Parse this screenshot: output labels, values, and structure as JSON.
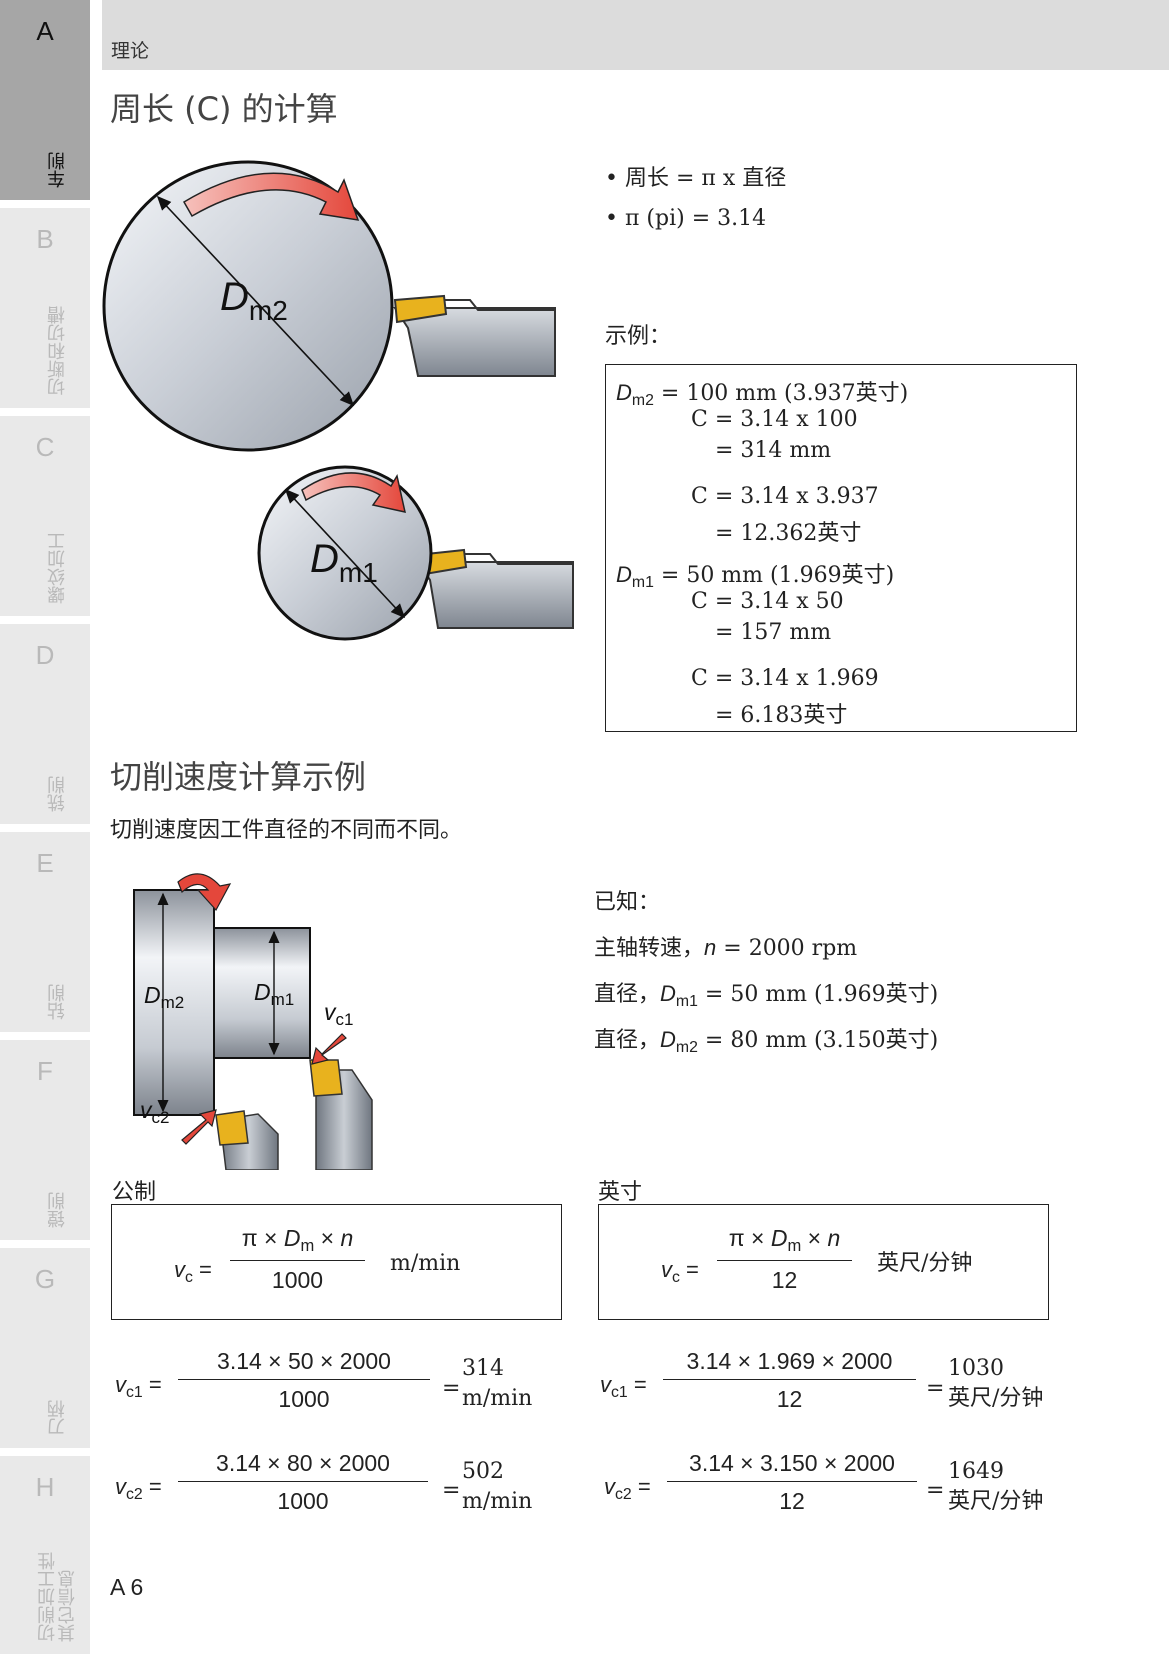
{
  "sidebar": {
    "tabs": [
      {
        "letter": "A",
        "label": "车削",
        "active": true
      },
      {
        "letter": "B",
        "label": "切断和切槽",
        "active": false
      },
      {
        "letter": "C",
        "label": "螺纹加工",
        "active": false
      },
      {
        "letter": "D",
        "label": "铣削",
        "active": false
      },
      {
        "letter": "E",
        "label": "钻削",
        "active": false
      },
      {
        "letter": "F",
        "label": "镗削",
        "active": false
      },
      {
        "letter": "G",
        "label": "刀柄",
        "active": false
      },
      {
        "letter": "H",
        "label": "切削加工性\n其它信息",
        "active": false
      }
    ]
  },
  "header": {
    "section": "理论"
  },
  "section1": {
    "title": "周长 (C) 的计算",
    "bullets": [
      "周长 = π x 直径",
      "π (pi) = 3.14"
    ],
    "diagram": {
      "large_label": "D",
      "large_sub": "m2",
      "small_label": "D",
      "small_sub": "m1"
    },
    "example_label": "示例：",
    "example": {
      "dm2_sym": "D",
      "dm2_sub": "m2",
      "dm2_val": "= 100 mm (3.937英寸)",
      "dm2_c1": "C = 3.14 x 100",
      "dm2_r1": "= 314 mm",
      "dm2_c2": "C = 3.14 x 3.937",
      "dm2_r2": "= 12.362英寸",
      "dm1_sym": "D",
      "dm1_sub": "m1",
      "dm1_val": "= 50 mm (1.969英寸)",
      "dm1_c1": "C = 3.14 x 50",
      "dm1_r1": "= 157 mm",
      "dm1_c2": "C = 3.14 x 1.969",
      "dm1_r2": "= 6.183英寸"
    }
  },
  "section2": {
    "title": "切削速度计算示例",
    "intro": "切削速度因工件直径的不同而不同。",
    "diagram": {
      "dm2": "D",
      "dm2_sub": "m2",
      "dm1": "D",
      "dm1_sub": "m1",
      "vc1": "v",
      "vc1_sub": "c1",
      "vc2": "v",
      "vc2_sub": "c2"
    },
    "known_title": "已知：",
    "known": {
      "spindle_prefix": "主轴转速，",
      "spindle_sym": "n",
      "spindle_val": "= 2000 rpm",
      "d1_prefix": "直径，",
      "d1_sym": "D",
      "d1_sub": "m1",
      "d1_val": "= 50 mm (1.969英寸)",
      "d2_prefix": "直径，",
      "d2_sym": "D",
      "d2_sub": "m2",
      "d2_val": "= 80 mm (3.150英寸)"
    },
    "metric": {
      "label": "公制",
      "formula_num": "π × Dm × n",
      "formula_den": "1000",
      "formula_unit": "m/min",
      "vc1_num": "3.14 × 50 × 2000",
      "vc1_den": "1000",
      "vc1_result": "314",
      "vc1_unit": "m/min",
      "vc2_num": "3.14 × 80 × 2000",
      "vc2_den": "1000",
      "vc2_result": "502",
      "vc2_unit": "m/min"
    },
    "imperial": {
      "label": "英寸",
      "formula_num": "π × Dm × n",
      "formula_den": "12",
      "formula_unit": "英尺/分钟",
      "vc1_num": "3.14 × 1.969 × 2000",
      "vc1_den": "12",
      "vc1_result": "1030",
      "vc1_unit": "英尺/分钟",
      "vc2_num": "3.14 × 3.150 × 2000",
      "vc2_den": "12",
      "vc2_result": "1649",
      "vc2_unit": "英尺/分钟"
    },
    "sym": {
      "v": "v",
      "c": "c",
      "c1": "c1",
      "c2": "c2",
      "eq": "=",
      "pi": "π",
      "times": "×",
      "D": "D",
      "m": "m",
      "n": "n"
    }
  },
  "footer": {
    "page": "A 6"
  }
}
